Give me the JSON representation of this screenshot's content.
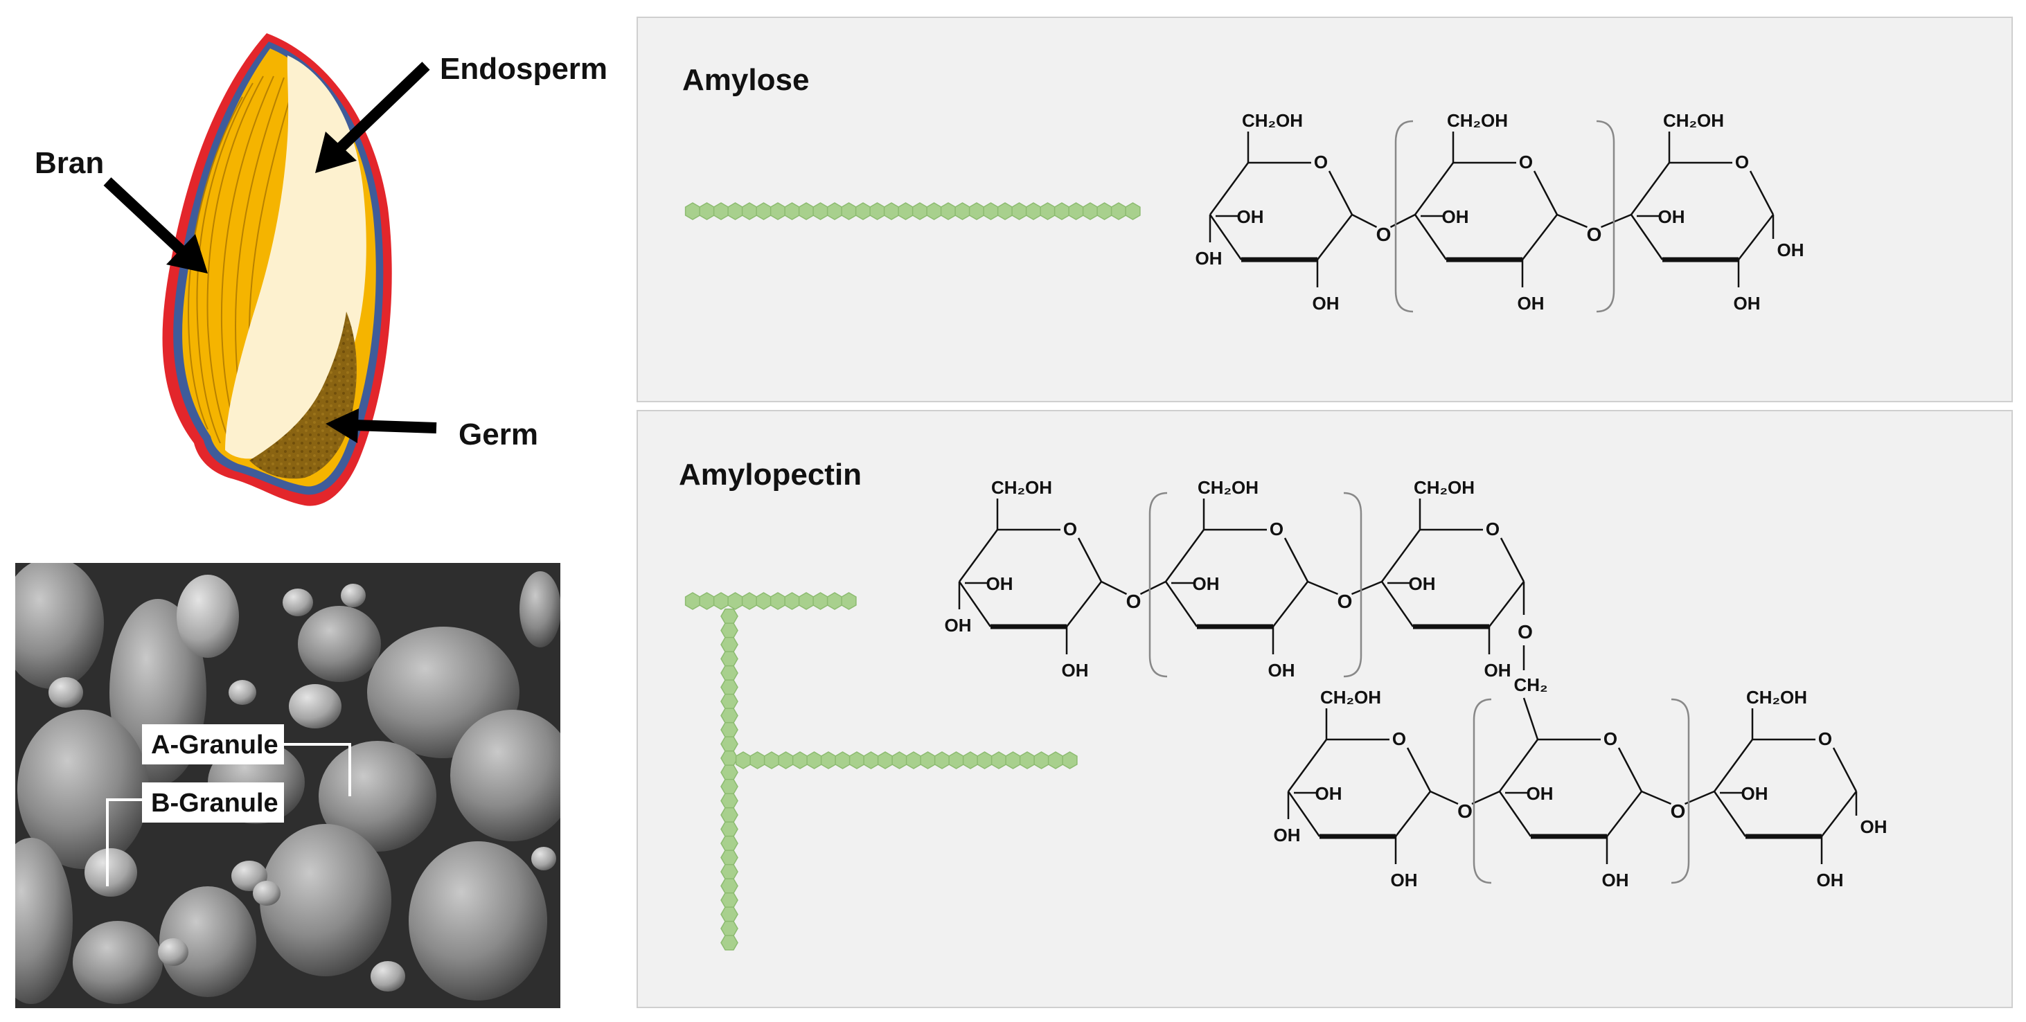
{
  "grain": {
    "labels": {
      "endosperm": "Endosperm",
      "bran": "Bran",
      "germ": "Germ"
    },
    "colors": {
      "bran": "#f5b400",
      "endosperm": "#fdf1cf",
      "germ": "#7a5a10",
      "outline": "#e3262b",
      "seed_coat": "#3f5c9a"
    }
  },
  "micrograph": {
    "labels": {
      "a_granule": "A-Granule",
      "b_granule": "B-Granule"
    }
  },
  "amylose": {
    "title": "Amylose",
    "chain_color": "#a8d08d",
    "rings": [
      {
        "ch2": "CH₂OH",
        "ring_o": "O",
        "oh_inner": "OH",
        "oh_left": "OH",
        "oh_bottom": "OH"
      },
      {
        "ch2": "CH₂OH",
        "ring_o": "O",
        "oh_inner": "OH",
        "oh_bottom": "OH"
      },
      {
        "ch2": "CH₂OH",
        "ring_o": "O",
        "oh_inner": "OH",
        "oh_bottom": "OH",
        "oh_right": "OH"
      }
    ],
    "link_o": [
      "O",
      "O"
    ]
  },
  "amylopectin": {
    "title": "Amylopectin",
    "top_rings": [
      {
        "ch2": "CH₂OH",
        "ring_o": "O",
        "oh_inner": "OH",
        "oh_left": "OH",
        "oh_bottom": "OH"
      },
      {
        "ch2": "CH₂OH",
        "ring_o": "O",
        "oh_inner": "OH",
        "oh_bottom": "OH"
      },
      {
        "ch2": "CH₂OH",
        "ring_o": "O",
        "oh_inner": "OH",
        "oh_bottom": "OH"
      }
    ],
    "top_link_o": [
      "O",
      "O"
    ],
    "branch_o": "O",
    "branch_ch2": "CH₂",
    "bottom_rings": [
      {
        "ch2": "CH₂OH",
        "ring_o": "O",
        "oh_inner": "OH",
        "oh_left": "OH",
        "oh_bottom": "OH"
      },
      {
        "ring_o": "O",
        "oh_inner": "OH",
        "oh_bottom": "OH"
      },
      {
        "ch2": "CH₂OH",
        "ring_o": "O",
        "oh_inner": "OH",
        "oh_bottom": "OH",
        "oh_right": "OH"
      }
    ],
    "bottom_link_o": [
      "O",
      "O"
    ]
  }
}
